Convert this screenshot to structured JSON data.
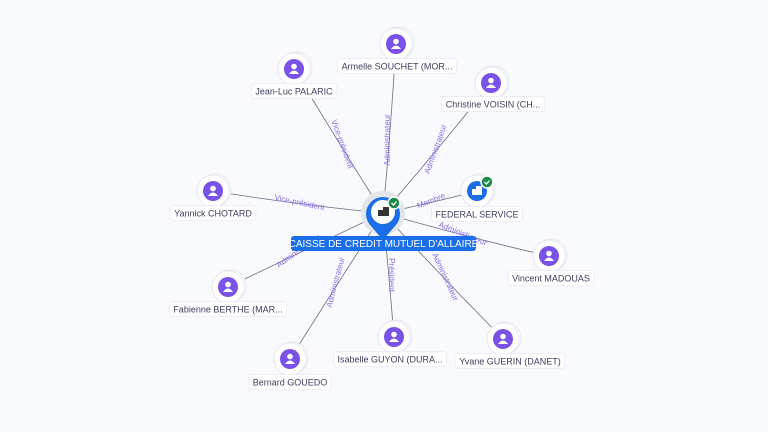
{
  "center": {
    "label": "CAISSE DE CREDIT MUTUEL D'ALLAIRE",
    "icon": "building-icon",
    "verified": true
  },
  "nodes": [
    {
      "id": "jean-luc",
      "label": "Jean-Luc PALARIC",
      "type": "person",
      "edge": "Vice-président"
    },
    {
      "id": "armelle",
      "label": "Armelle SOUCHET (MOR...",
      "type": "person",
      "edge": "Administrateur"
    },
    {
      "id": "christine",
      "label": "Christine VOISIN (CH...",
      "type": "person",
      "edge": "Administrateur"
    },
    {
      "id": "yannick",
      "label": "Yannick CHOTARD",
      "type": "person",
      "edge": "Vice-président"
    },
    {
      "id": "federal",
      "label": "FEDERAL SERVICE",
      "type": "company",
      "edge": "Membre",
      "verified": true
    },
    {
      "id": "vincent",
      "label": "Vincent MADOUAS",
      "type": "person",
      "edge": "Administrateur"
    },
    {
      "id": "fabienne",
      "label": "Fabienne BERTHE (MAR...",
      "type": "person",
      "edge": "Administrateur"
    },
    {
      "id": "bernard",
      "label": "Bernard GOUEDO",
      "type": "person",
      "edge": "Administrateur"
    },
    {
      "id": "isabelle",
      "label": "Isabelle GUYON (DURA...",
      "type": "person",
      "edge": "Président"
    },
    {
      "id": "yvane",
      "label": "Yvane GUERIN (DANET)",
      "type": "person",
      "edge": "Administrateur"
    }
  ],
  "colors": {
    "person": "#7b52e8",
    "company": "#1a6fe8",
    "accent": "#1a6fe8",
    "verified": "#1f8a4c",
    "edge": "#8a6fe6"
  }
}
